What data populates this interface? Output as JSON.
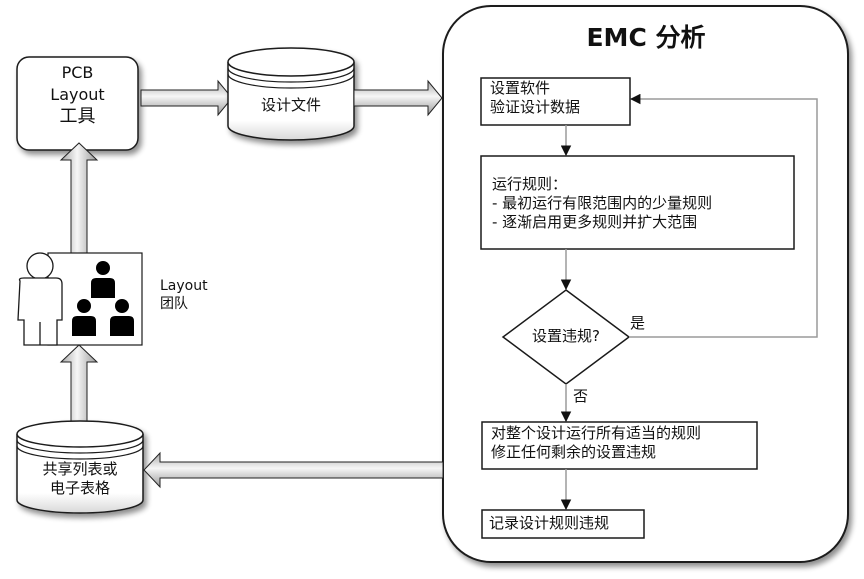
{
  "diagram": {
    "emc_panel": {
      "title": "EMC 分析",
      "steps": [
        {
          "id": "setup",
          "lines": [
            "设置软件",
            "验证设计数据"
          ]
        },
        {
          "id": "run_rules",
          "lines": [
            "运行规则：",
            "- 最初运行有限范围内的少量规则",
            "- 逐渐启用更多规则并扩大范围"
          ]
        },
        {
          "id": "decision",
          "lines": [
            "设置违规?"
          ],
          "yes_label": "是",
          "no_label": "否"
        },
        {
          "id": "run_all",
          "lines": [
            "对整个设计运行所有适当的规则",
            "修正任何剩余的设置违规"
          ]
        },
        {
          "id": "record",
          "lines": [
            "记录设计规则违规"
          ]
        }
      ]
    },
    "pcb_tool": {
      "lines": [
        "PCB",
        "Layout",
        "工具"
      ]
    },
    "design_files": {
      "label": "设计文件"
    },
    "team": {
      "lines": [
        "Layout",
        "团队"
      ]
    },
    "shared_list": {
      "lines": [
        "共享列表或",
        "电子表格"
      ]
    }
  },
  "colors": {
    "stroke": "#1a1a1a",
    "connector": "#9a9a9a",
    "arrow_fill_light": "#f4f4f4",
    "arrow_fill_dark": "#8c8c8c"
  }
}
